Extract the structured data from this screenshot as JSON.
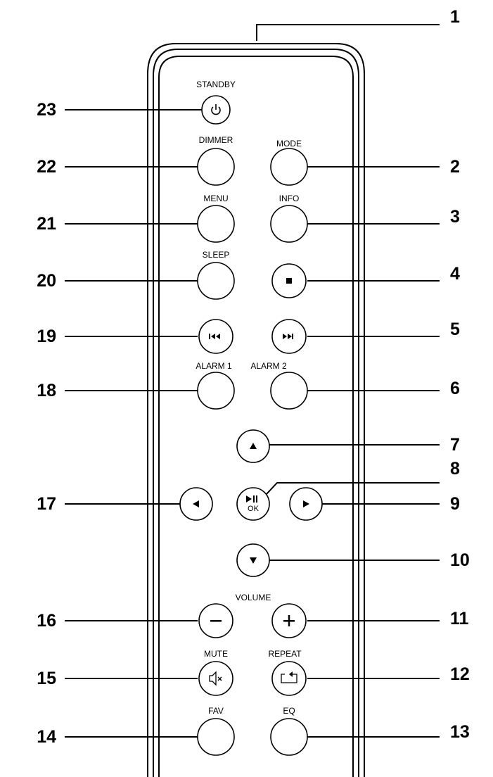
{
  "callouts": {
    "c1": "1",
    "c2": "2",
    "c3": "3",
    "c4": "4",
    "c5": "5",
    "c6": "6",
    "c7": "7",
    "c8": "8",
    "c9": "9",
    "c10": "10",
    "c11": "11",
    "c12": "12",
    "c13": "13",
    "c14": "14",
    "c15": "15",
    "c16": "16",
    "c17": "17",
    "c18": "18",
    "c19": "19",
    "c20": "20",
    "c21": "21",
    "c22": "22",
    "c23": "23"
  },
  "buttons": {
    "standby": "STANDBY",
    "dimmer": "DIMMER",
    "mode": "MODE",
    "menu": "MENU",
    "info": "INFO",
    "sleep": "SLEEP",
    "alarm1": "ALARM 1",
    "alarm2": "ALARM 2",
    "volume": "VOLUME",
    "mute": "MUTE",
    "repeat": "REPEAT",
    "fav": "FAV",
    "eq": "EQ",
    "ok": "OK"
  },
  "colors": {
    "line": "#000000",
    "body": "#ffffff"
  },
  "icons": {
    "standby": "power-icon",
    "stop": "stop-icon",
    "prev": "skip-previous-icon",
    "next": "skip-next-icon",
    "up": "arrow-up-icon",
    "down": "arrow-down-icon",
    "left": "arrow-left-icon",
    "right": "arrow-right-icon",
    "ok": "play-pause-icon",
    "minus": "minus-icon",
    "plus": "plus-icon",
    "mute": "mute-icon",
    "repeat": "repeat-icon"
  }
}
